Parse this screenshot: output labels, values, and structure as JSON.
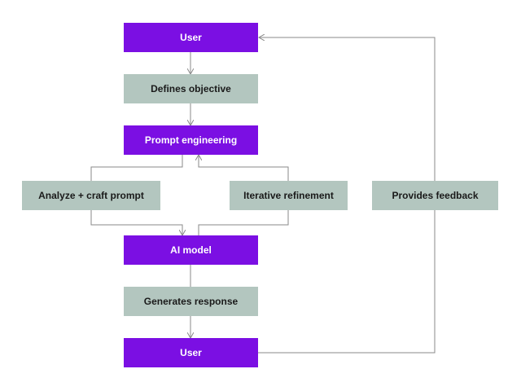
{
  "colors": {
    "purple": "#7b0fe3",
    "gray": "#b3c6bf",
    "line": "#8a8a8a"
  },
  "nodes": {
    "user_top": "User",
    "defines_objective": "Defines objective",
    "prompt_engineering": "Prompt engineering",
    "analyze_craft": "Analyze + craft prompt",
    "iterative_refinement": "Iterative refinement",
    "ai_model": "AI model",
    "generates_response": "Generates response",
    "user_bottom": "User",
    "provides_feedback": "Provides feedback"
  }
}
